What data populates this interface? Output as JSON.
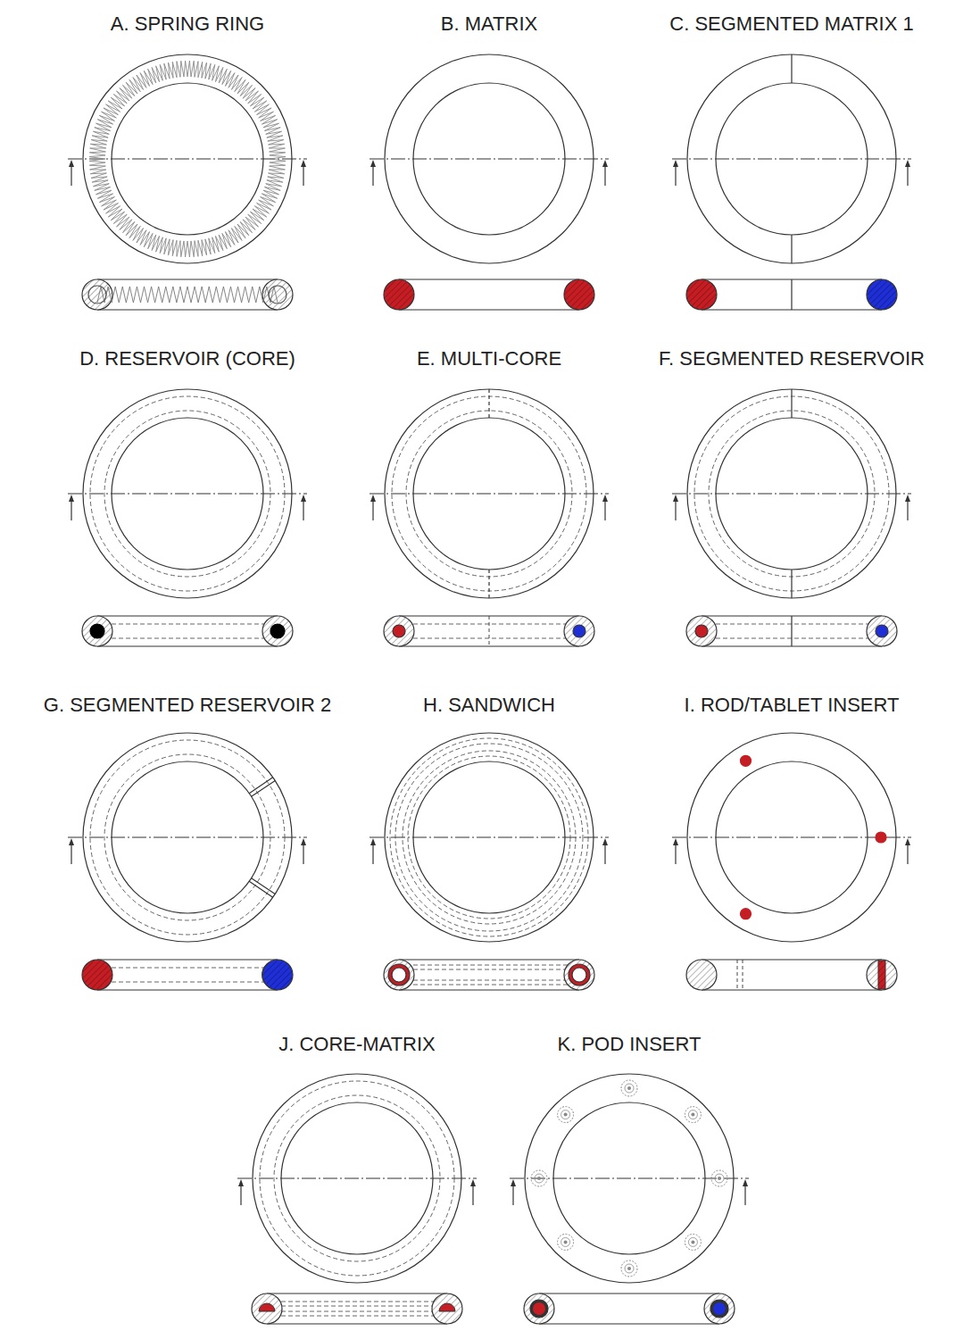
{
  "diagram": {
    "labels": [
      "A. SPRING RING",
      "B. MATRIX",
      "C. SEGMENTED MATRIX 1",
      "D. RESERVOIR (CORE)",
      "E. MULTI-CORE",
      "F. SEGMENTED RESERVOIR",
      "G. SEGMENTED RESERVOIR 2",
      "H. SANDWICH",
      "I. ROD/TABLET INSERT",
      "J. CORE-MATRIX",
      "K. POD INSERT"
    ]
  }
}
